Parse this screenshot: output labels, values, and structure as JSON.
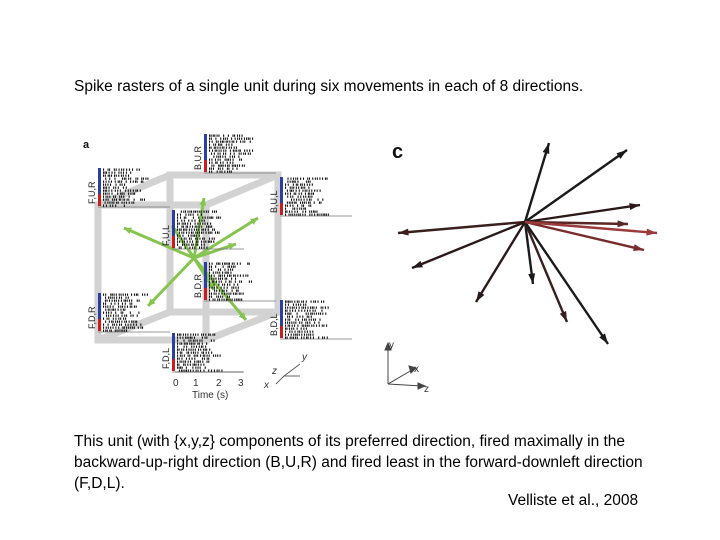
{
  "slide": {
    "title": "Spike rasters of a single unit during six movements in each of 8 directions.",
    "body": "This unit (with {x,y,z} components of its preferred direction, fired maximally in the backward-up-right direction (B,U,R) and fired least in the forward-downleft direction (F,D,L).",
    "citation": "Velliste et al., 2008"
  },
  "figure": {
    "panel_a_label": "a",
    "panel_c_label": "c",
    "rasters": [
      "B,U,R",
      "F,U,R",
      "B,U,L",
      "F,U,L",
      "B,D,R",
      "F,D,R",
      "B,D,L",
      "F,D,L"
    ],
    "time_axis": {
      "ticks": [
        "0",
        "1",
        "2",
        "3"
      ],
      "label": "Time (s)"
    },
    "axes_a": {
      "y": "y",
      "z": "z",
      "x": "x"
    },
    "axes_c": {
      "y": "y",
      "x": "x",
      "z": "z"
    }
  }
}
